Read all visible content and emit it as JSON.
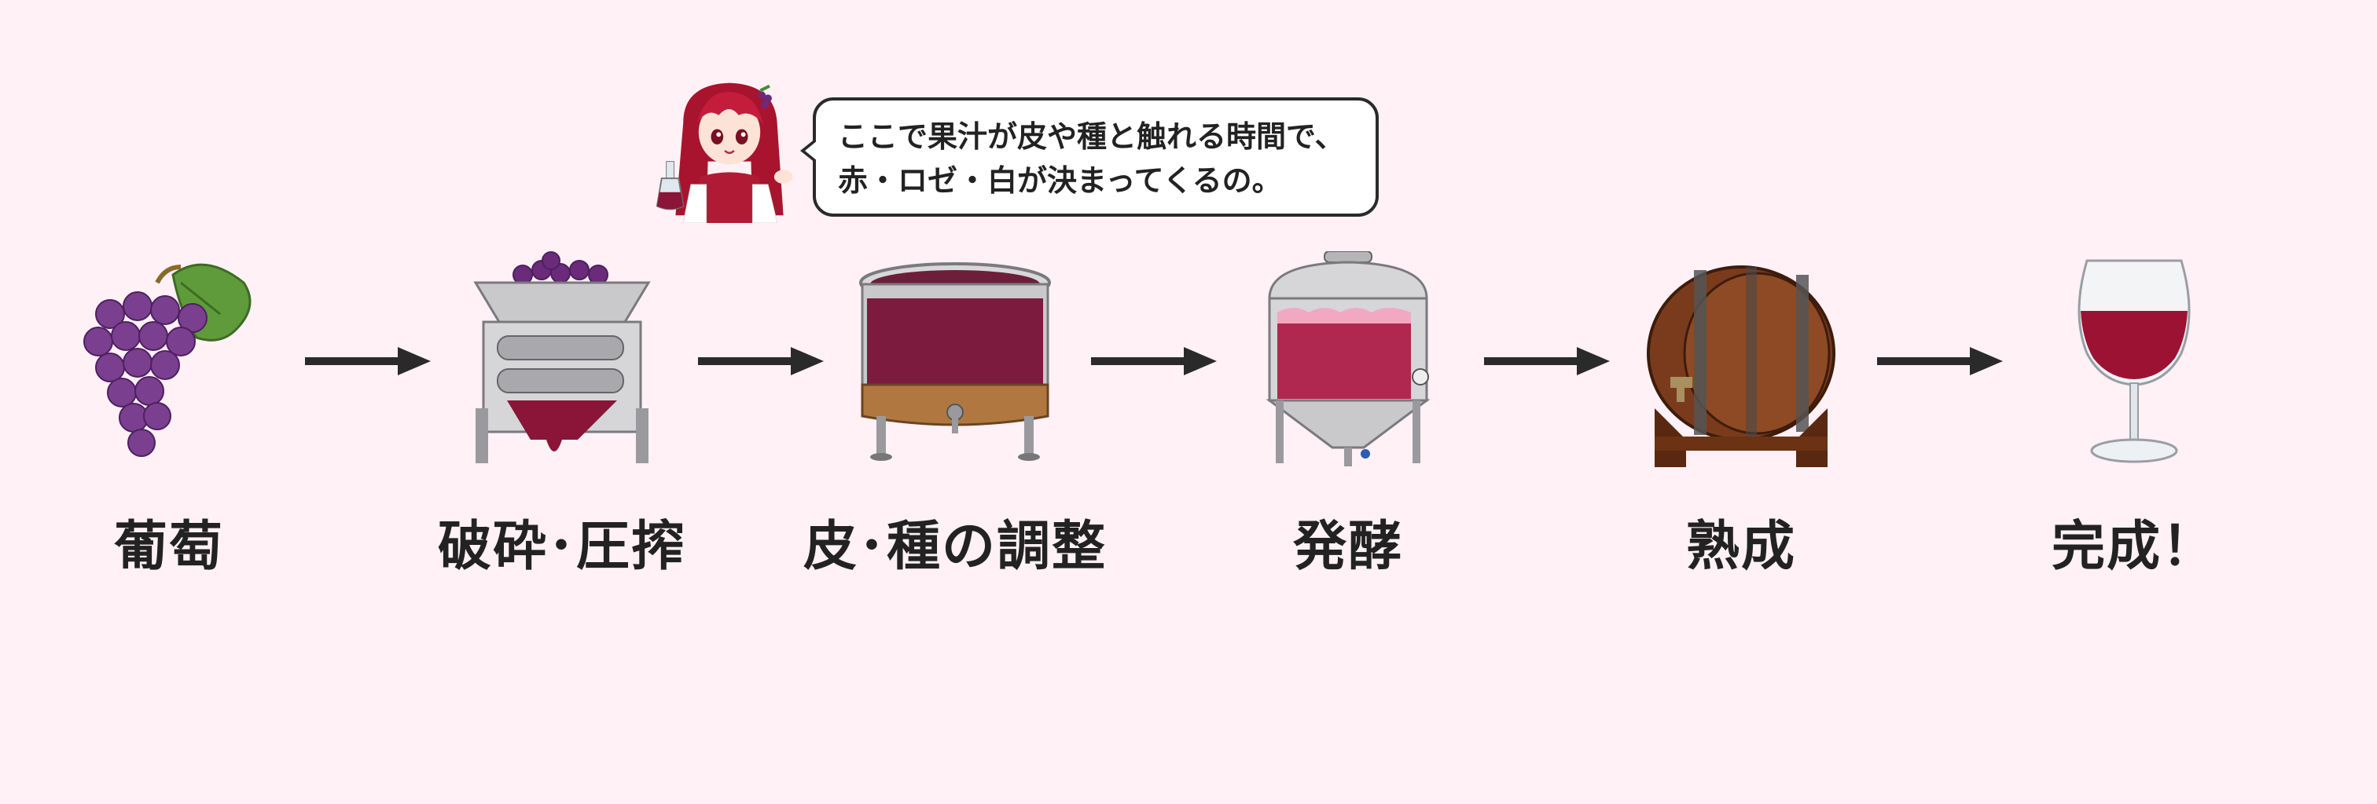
{
  "speech_bubble": {
    "line1": "ここで果汁が皮や種と触れる時間で、",
    "line2": "赤・ロゼ・白が決まってくるの。"
  },
  "steps": [
    {
      "label": "葡萄",
      "icon": "grapes-icon"
    },
    {
      "label": "破砕･圧搾",
      "icon": "crusher-icon"
    },
    {
      "label": "皮･種の調整",
      "icon": "maceration-vat-icon"
    },
    {
      "label": "発酵",
      "icon": "fermentation-tank-icon"
    },
    {
      "label": "熟成",
      "icon": "oak-barrel-icon"
    },
    {
      "label": "完成！",
      "icon": "wine-glass-icon"
    }
  ],
  "colors": {
    "background": "#fff1f6",
    "wine": "#8a1538",
    "text": "#222222",
    "arrow": "#2a2a2a"
  }
}
